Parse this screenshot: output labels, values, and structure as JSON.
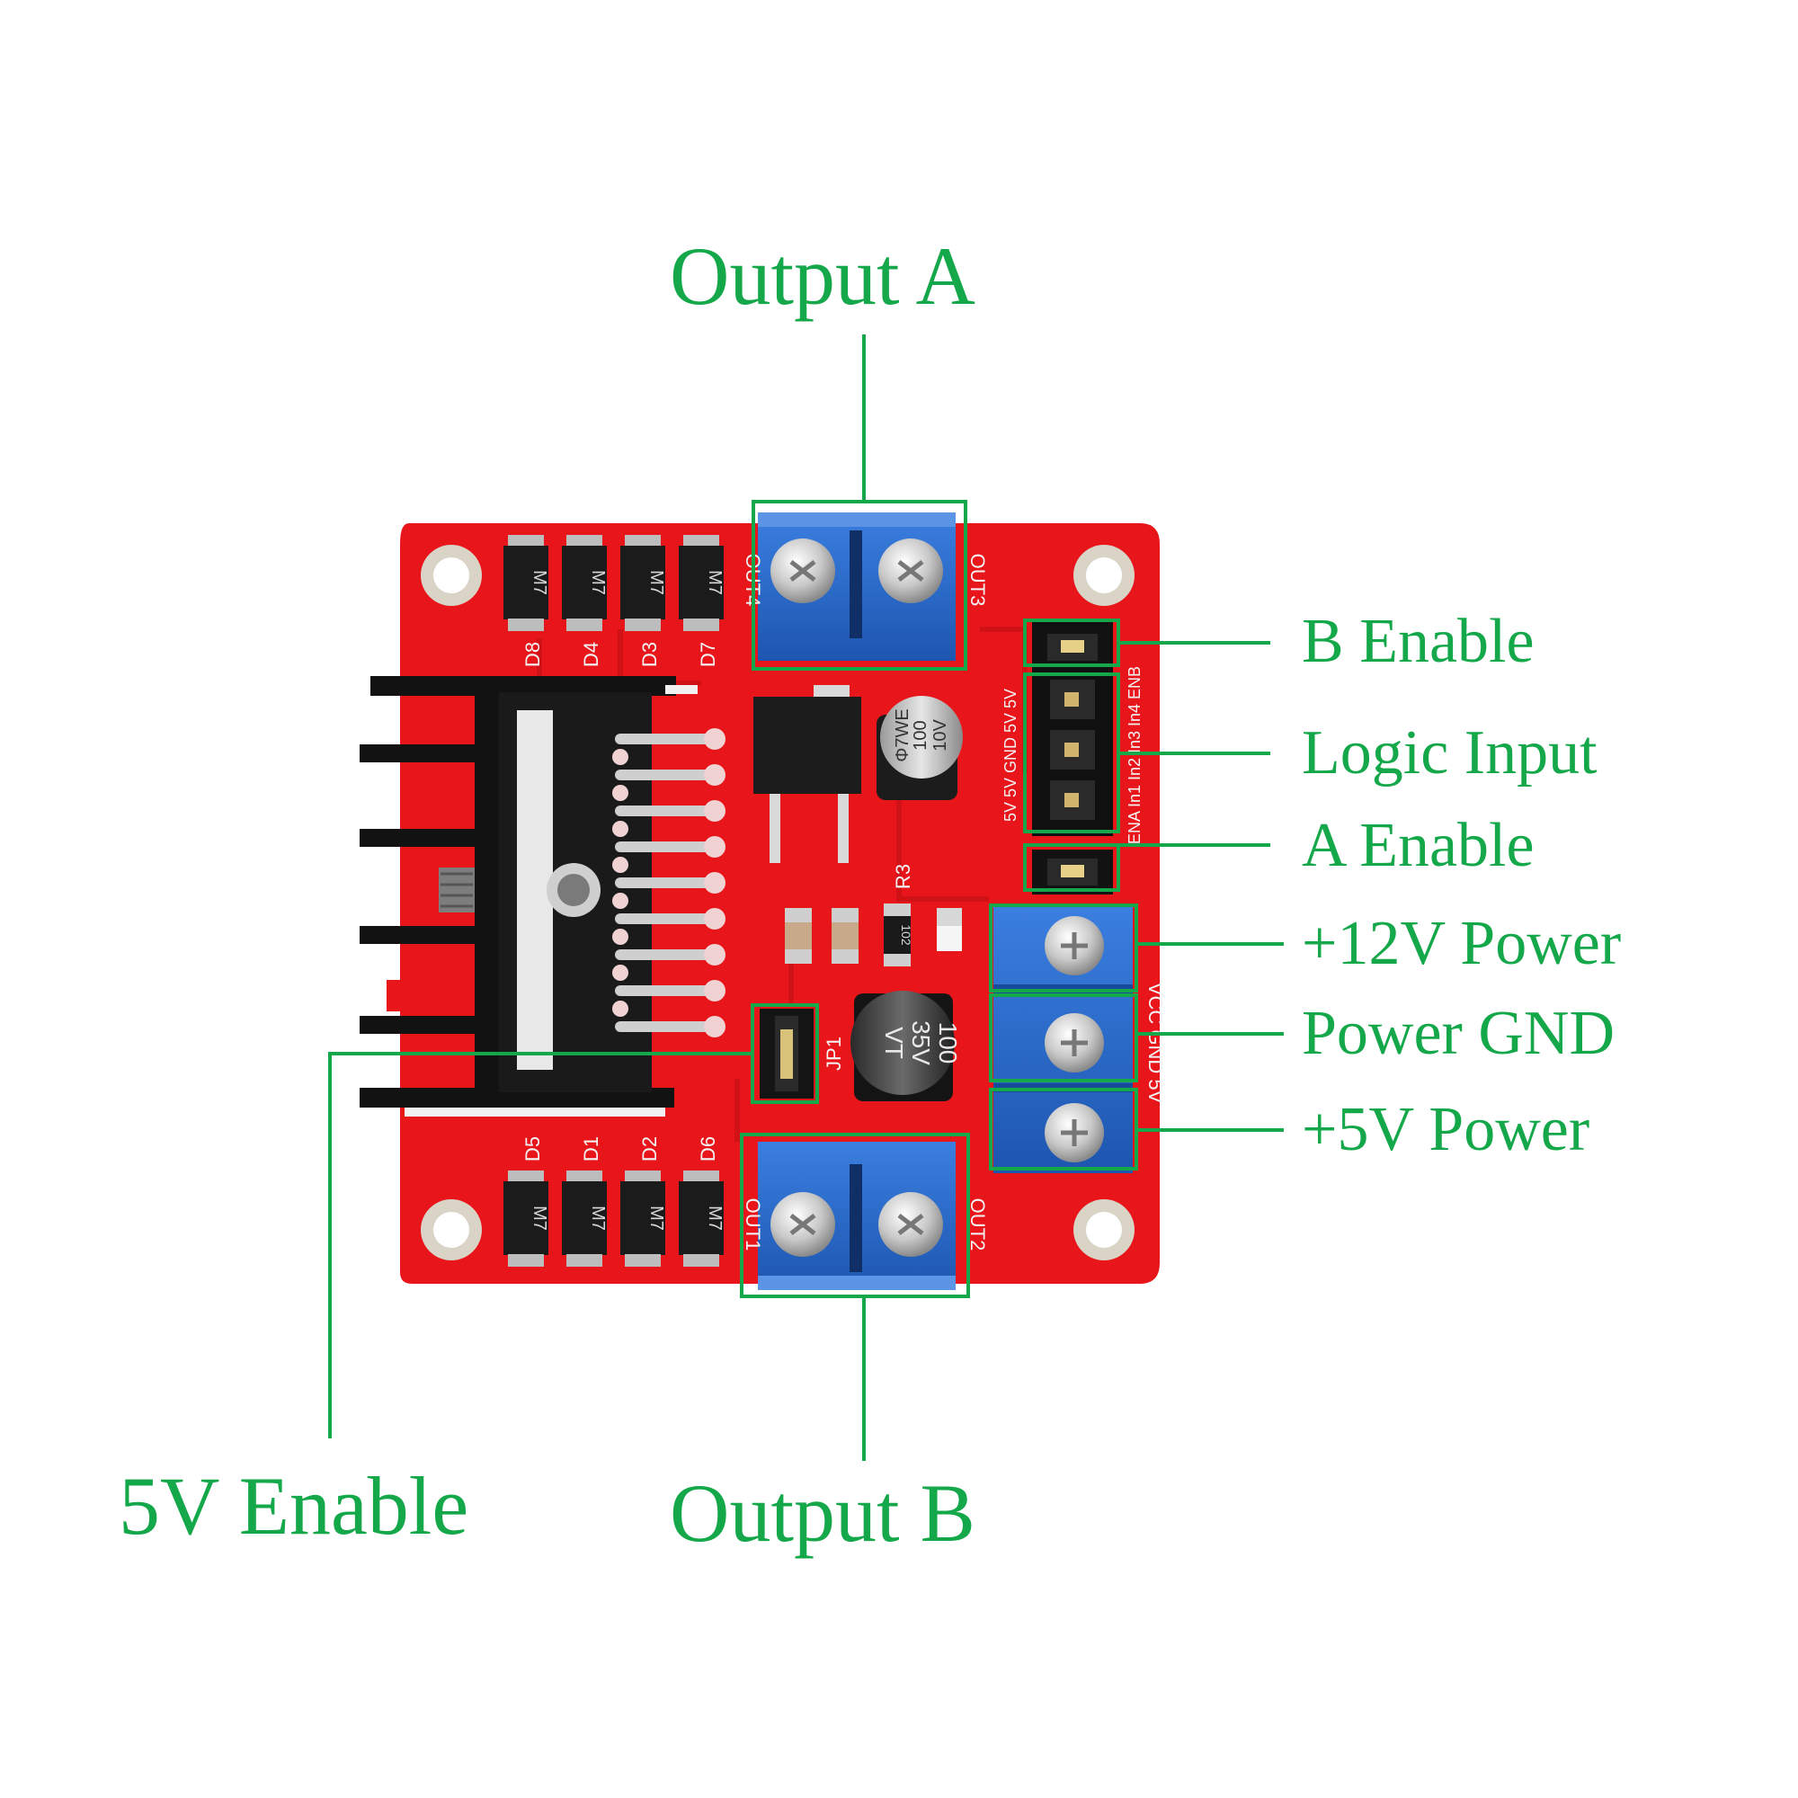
{
  "callouts": {
    "output_a": "Output A",
    "output_b": "Output B",
    "b_enable": "B Enable",
    "logic_input": "Logic Input",
    "a_enable": "A Enable",
    "power_12v": "+12V Power",
    "power_gnd": "Power GND",
    "power_5v": "+5V Power",
    "enable_5v": "5V Enable"
  },
  "silkscreen": {
    "out1": "OUT1",
    "out2": "OUT2",
    "out3": "OUT3",
    "out4": "OUT4",
    "jp1": "JP1",
    "r3": "R3",
    "d1": "D1",
    "d2": "D2",
    "d3": "D3",
    "d4": "D4",
    "d5": "D5",
    "d6": "D6",
    "d7": "D7",
    "d8": "D8",
    "header_left": "5V 5V GND 5V 5V",
    "header_right": "ENA In1 In2 In3 In4 ENB",
    "terminal_side": "VCC GND 5V"
  },
  "components": {
    "diode_marking": "M7",
    "cap_small_top": "100",
    "cap_small_mid": "10V",
    "cap_small_brand": "Φ7WE",
    "cap_large_top": "100",
    "cap_large_mid": "35V",
    "cap_large_brand": "VT",
    "resistor_code": "102"
  },
  "colors": {
    "callout": "#15a84a",
    "pcb": "#e8161b",
    "terminal": "#2f6fce",
    "heatsink": "#121212"
  }
}
